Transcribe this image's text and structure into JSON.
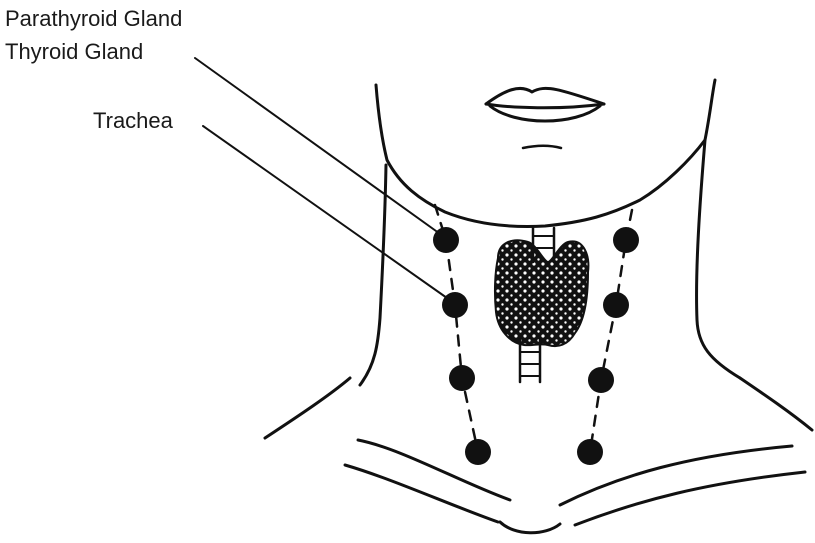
{
  "labels": {
    "parathyroid": "Parathyroid Gland",
    "thyroid": "Thyroid Gland",
    "trachea": "Trachea"
  },
  "colors": {
    "ink": "#111111",
    "background": "#ffffff"
  }
}
